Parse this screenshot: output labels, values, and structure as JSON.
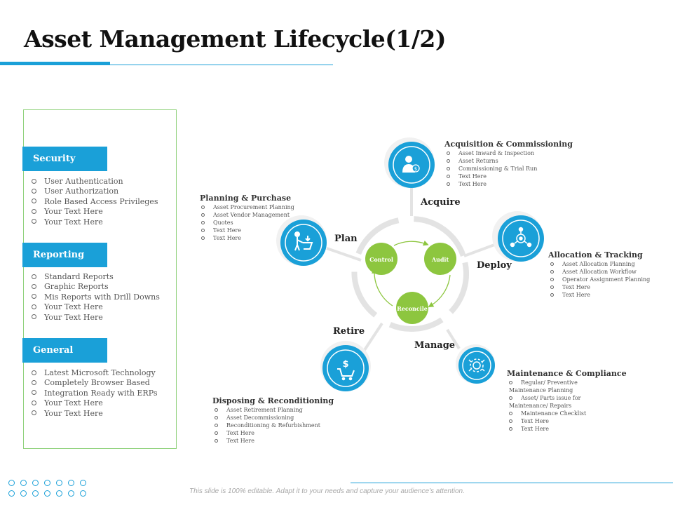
{
  "title": "Asset Management Lifecycle(1/2)",
  "left_sections": [
    {
      "heading": "Security",
      "items": [
        "User Authentication",
        "User Authorization",
        "Role Based Access Privileges",
        "Your Text Here",
        "Your Text Here"
      ]
    },
    {
      "heading": "Reporting",
      "items": [
        "Standard Reports",
        "Graphic Reports",
        "Mis Reports with Drill Downs",
        "Your Text Here",
        "Your Text Here"
      ]
    },
    {
      "heading": "General",
      "items": [
        "Latest Microsoft Technology",
        "Completely Browser Based",
        "Integration Ready with ERPs",
        "Your Text Here",
        "Your Text Here"
      ]
    }
  ],
  "cycle": {
    "control": "Control",
    "audit": "Audit",
    "reconcile": "Reconcile"
  },
  "stages": {
    "acquire": "Acquire",
    "plan": "Plan",
    "deploy": "Deploy",
    "retire": "Retire",
    "manage": "Manage"
  },
  "blocks": {
    "acquisition": {
      "title": "Acquisition  & Commissioning",
      "items": [
        "Asset Inward & Inspection",
        "Asset Returns",
        "Commissioning & Trial Run",
        "Text Here",
        "Text Here"
      ]
    },
    "planning": {
      "title": "Planning & Purchase",
      "items": [
        "Asset Procurement  Planning",
        "Asset Vendor  Management",
        "Quotes",
        "Text  Here",
        "Text  Here"
      ]
    },
    "allocation": {
      "title": "Allocation  & Tracking",
      "items": [
        "Asset Allocation  Planning",
        "Asset Allocation  Workflow",
        "Operator Assignment  Planning",
        "Text  Here",
        "Text  Here"
      ]
    },
    "maintenance": {
      "title": "Maintenance & Compliance",
      "items": [
        "Regular/  Preventive Maintenance Planning",
        "Asset/  Parts issue for Maintenance/ Repairs",
        "Maintenance  Checklist",
        "Text  Here",
        "Text  Here"
      ]
    },
    "disposing": {
      "title": "Disposing  & Reconditioning",
      "items": [
        "Asset Retirement  Planning",
        "Asset Decommissioning",
        "Reconditioning & Refurbishment",
        "Text  Here",
        "Text  Here"
      ]
    }
  },
  "icons": {
    "acquire": "user-dollar-icon",
    "plan": "cart-person-icon",
    "deploy": "network-gear-icon",
    "manage": "maintenance-gear-icon",
    "retire": "dollar-cart-icon"
  },
  "colors": {
    "accent": "#1aa0d8",
    "green": "#8dc63f",
    "ring": "#e3e3e3"
  },
  "footer": "This slide is 100% editable. Adapt it to your needs and capture your audience's attention."
}
